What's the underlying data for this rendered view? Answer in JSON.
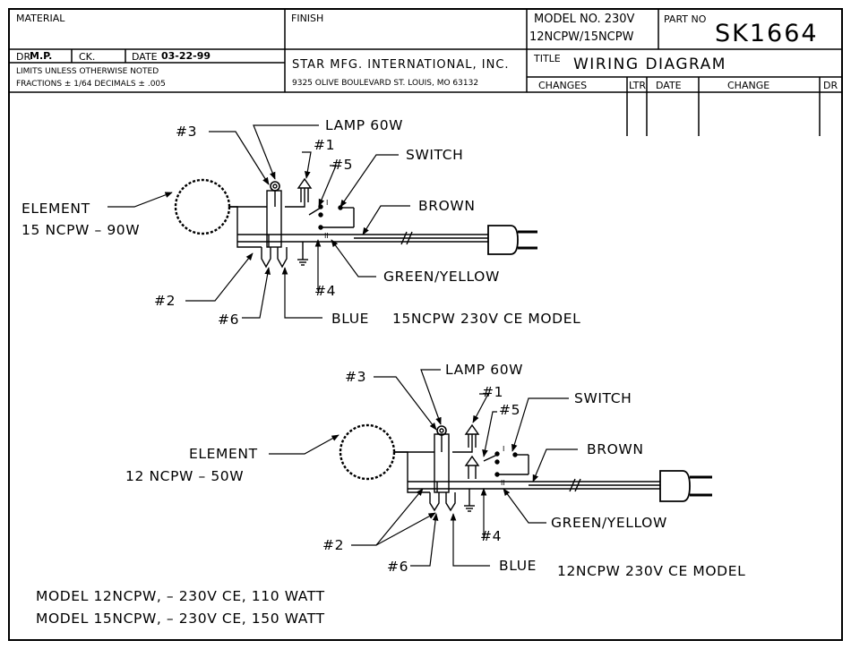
{
  "title_block": {
    "material_label": "MATERIAL",
    "finish_label": "FINISH",
    "model_label": "MODEL NO. 230V",
    "model_value": "12NCPW/15NCPW",
    "part_label": "PART NO",
    "part_value": "SK1664",
    "dr_label": "DR",
    "dr_value": "M.P.",
    "ck_label": "CK.",
    "date_label": "DATE",
    "date_value": "03-22-99",
    "limits_line1": "LIMITS UNLESS OTHERWISE NOTED",
    "limits_line2": "FRACTIONS ± 1/64 DECIMALS ± .005",
    "company": "STAR MFG. INTERNATIONAL, INC.",
    "address": "9325 OLIVE BOULEVARD ST. LOUIS, MO 63132",
    "title_label": "TITLE",
    "title_value": "WIRING DIAGRAM",
    "rev_headers": [
      "CHANGES",
      "LTR",
      "DATE",
      "CHANGE",
      "DR"
    ]
  },
  "diagram_top": {
    "element_label": "ELEMENT",
    "element_spec": "15 NCPW – 90W",
    "lamp": "LAMP 60W",
    "switch": "SWITCH",
    "brown": "BROWN",
    "green_yellow": "GREEN/YELLOW",
    "blue": "BLUE",
    "model_caption": "15NCPW 230V CE MODEL",
    "n1": "#1",
    "n2": "#2",
    "n3": "#3",
    "n4": "#4",
    "n5": "#5",
    "n6": "#6",
    "switch_pos_1": "I",
    "switch_pos_2": "II"
  },
  "diagram_bottom": {
    "element_label": "ELEMENT",
    "element_spec": "12 NCPW – 50W",
    "lamp": "LAMP 60W",
    "switch": "SWITCH",
    "brown": "BROWN",
    "green_yellow": "GREEN/YELLOW",
    "blue": "BLUE",
    "model_caption": "12NCPW 230V CE MODEL",
    "n1": "#1",
    "n2": "#2",
    "n3": "#3",
    "n4": "#4",
    "n5": "#5",
    "n6": "#6",
    "switch_pos_1": "I",
    "switch_pos_2": "II"
  },
  "notes": [
    "MODEL 12NCPW, – 230V CE, 110 WATT",
    "MODEL 15NCPW, – 230V CE, 150 WATT"
  ]
}
